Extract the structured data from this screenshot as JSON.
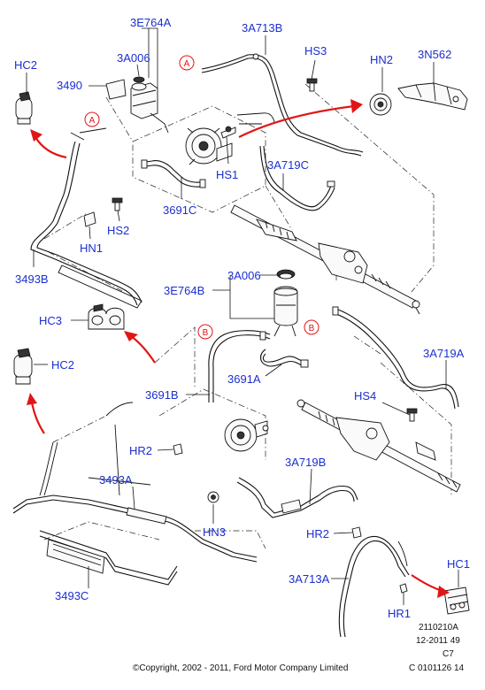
{
  "labels": {
    "p3E764A_top": "3E764A",
    "p3A713B_top": "3A713B",
    "HS3": "HS3",
    "HN2": "HN2",
    "p3N562": "3N562",
    "HC2_top": "HC2",
    "p3A006_top": "3A006",
    "p3490": "3490",
    "HS1": "HS1",
    "p3A719C": "3A719C",
    "p3691C": "3691C",
    "HS2": "HS2",
    "HN1": "HN1",
    "p3493B": "3493B",
    "p3E764B": "3E764B",
    "p3A006_mid": "3A006",
    "HC3": "HC3",
    "HC2_bottom": "HC2",
    "p3691B": "3691B",
    "p3691A": "3691A",
    "p3A719A": "3A719A",
    "HS4": "HS4",
    "HR2_left": "HR2",
    "p3493A": "3493A",
    "p3A719B": "3A719B",
    "HN3": "HN3",
    "HR2_right": "HR2",
    "p3A713A": "3A713A",
    "HC1": "HC1",
    "p3493C": "3493C",
    "HR1": "HR1"
  },
  "callouts": {
    "A_top_left": "A",
    "A_top_right": "A",
    "B_left": "B",
    "B_right": "B"
  },
  "footer": {
    "ref1": "2110210A",
    "ref2": "12-2011 49",
    "ref3": "C7",
    "ref4": "C 0101126 14",
    "copyright": "©Copyright, 2002 - 2011, Ford Motor Company Limited"
  }
}
